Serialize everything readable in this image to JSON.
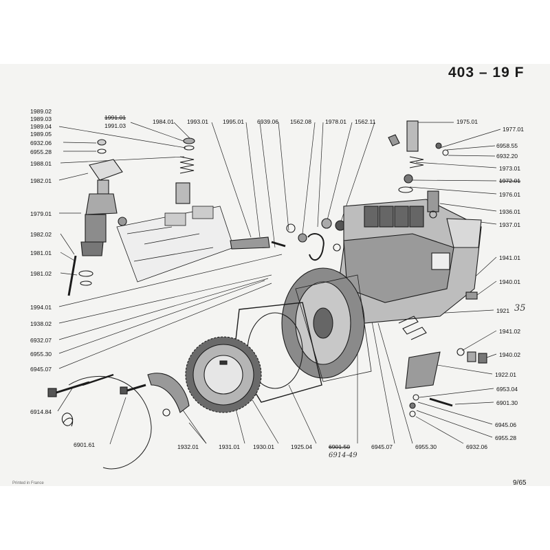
{
  "header": {
    "title": "403 – 19 F"
  },
  "footer": {
    "printed": "Printed in France",
    "page": "9/65"
  },
  "handwritten": {
    "note_1921": "35",
    "note_6901": "6914-49"
  },
  "labels": {
    "l1989_02": "1989.02",
    "l1989_03": "1989.03",
    "l1989_04": "1989.04",
    "l1989_05": "1989.05",
    "l1991_01": "1991.01",
    "l1991_03": "1991.03",
    "l1984_01": "1984.01",
    "l1993_01": "1993.01",
    "l1995_01": "1995.01",
    "l6939_06": "6939.06",
    "l1562_08": "1562.08",
    "l1978_01": "1978.01",
    "l1562_11": "1562.11",
    "l1975_01": "1975.01",
    "l1977_01": "1977.01",
    "l6958_55": "6958.55",
    "l6932_20": "6932.20",
    "l1973_01": "1973.01",
    "l1972_01": "1972.01",
    "l1976_01": "1976.01",
    "l1936_01": "1936.01",
    "l1937_01": "1937.01",
    "l1941_01": "1941.01",
    "l1940_01": "1940.01",
    "l1921": "1921",
    "l1941_02": "1941.02",
    "l1940_02": "1940.02",
    "l1922_01": "1922.01",
    "l6953_04": "6953.04",
    "l6901_30": "6901.30",
    "l6945_06": "6945.06",
    "l6955_28b": "6955.28",
    "l6932_06b": "6932.06",
    "l6955_30b": "6955.30",
    "l6945_07b": "6945.07",
    "l6901_50": "6901.50",
    "l1925_04": "1925.04",
    "l1930_01": "1930.01",
    "l1931_01": "1931.01",
    "l1932_01": "1932.01",
    "l6901_61": "6901.61",
    "l6914_84": "6914.84",
    "l6932_06": "6932.06",
    "l6955_28": "6955.28",
    "l1988_01": "1988.01",
    "l1982_01": "1982.01",
    "l1979_01": "1979.01",
    "l1982_02": "1982.02",
    "l1981_01": "1981.01",
    "l1981_02": "1981.02",
    "l1994_01": "1994.01",
    "l1938_02": "1938.02",
    "l6932_07": "6932.07",
    "l6955_30": "6955.30",
    "l6945_07": "6945.07"
  }
}
